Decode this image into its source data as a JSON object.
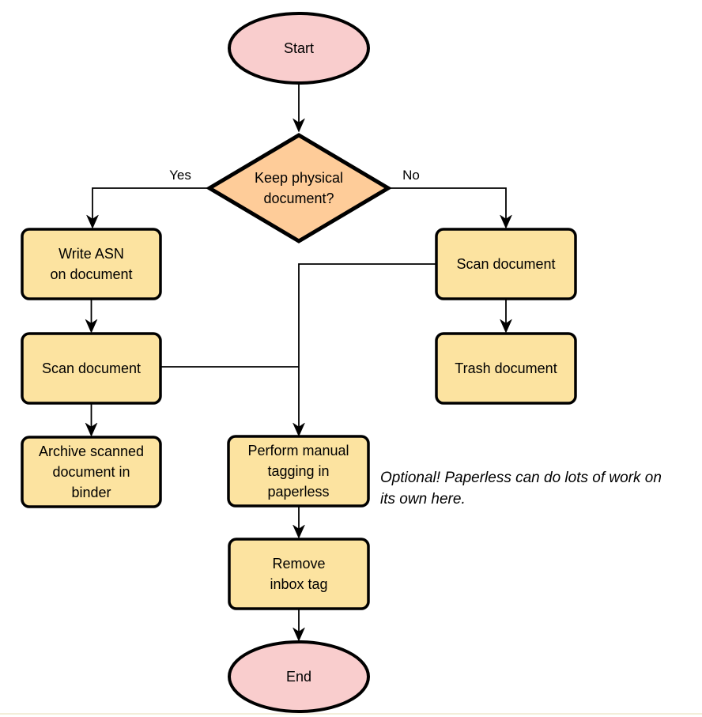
{
  "diagram": {
    "type": "flowchart",
    "nodes": {
      "start": {
        "label": "Start",
        "shape": "ellipse"
      },
      "decision": {
        "label": "Keep physical\ndocument?",
        "shape": "diamond"
      },
      "write_asn": {
        "label": "Write ASN\non document",
        "shape": "process"
      },
      "scan_left": {
        "label": "Scan document",
        "shape": "process"
      },
      "archive": {
        "label": "Archive scanned\ndocument in\nbinder",
        "shape": "process"
      },
      "scan_right": {
        "label": "Scan document",
        "shape": "process"
      },
      "trash": {
        "label": "Trash document",
        "shape": "process"
      },
      "tagging": {
        "label": "Perform manual\ntagging in\npaperless",
        "shape": "process"
      },
      "remove_inbox": {
        "label": "Remove\ninbox tag",
        "shape": "process"
      },
      "end": {
        "label": "End",
        "shape": "ellipse"
      }
    },
    "edge_labels": {
      "yes": "Yes",
      "no": "No"
    },
    "edges": [
      {
        "from": "start",
        "to": "decision",
        "label": ""
      },
      {
        "from": "decision",
        "to": "write_asn",
        "label": "Yes"
      },
      {
        "from": "decision",
        "to": "scan_right",
        "label": "No"
      },
      {
        "from": "write_asn",
        "to": "scan_left",
        "label": ""
      },
      {
        "from": "scan_left",
        "to": "archive",
        "label": ""
      },
      {
        "from": "scan_left",
        "to": "tagging",
        "label": ""
      },
      {
        "from": "scan_right",
        "to": "trash",
        "label": ""
      },
      {
        "from": "scan_right",
        "to": "tagging",
        "label": ""
      },
      {
        "from": "tagging",
        "to": "remove_inbox",
        "label": ""
      },
      {
        "from": "remove_inbox",
        "to": "end",
        "label": ""
      }
    ],
    "note": "Optional! Paperless can do lots of work on\nits own here.",
    "colors": {
      "terminal_fill": "#F9CDCD",
      "decision_fill": "#FECC99",
      "process_fill": "#FCE3A0",
      "stroke": "#000000"
    }
  }
}
